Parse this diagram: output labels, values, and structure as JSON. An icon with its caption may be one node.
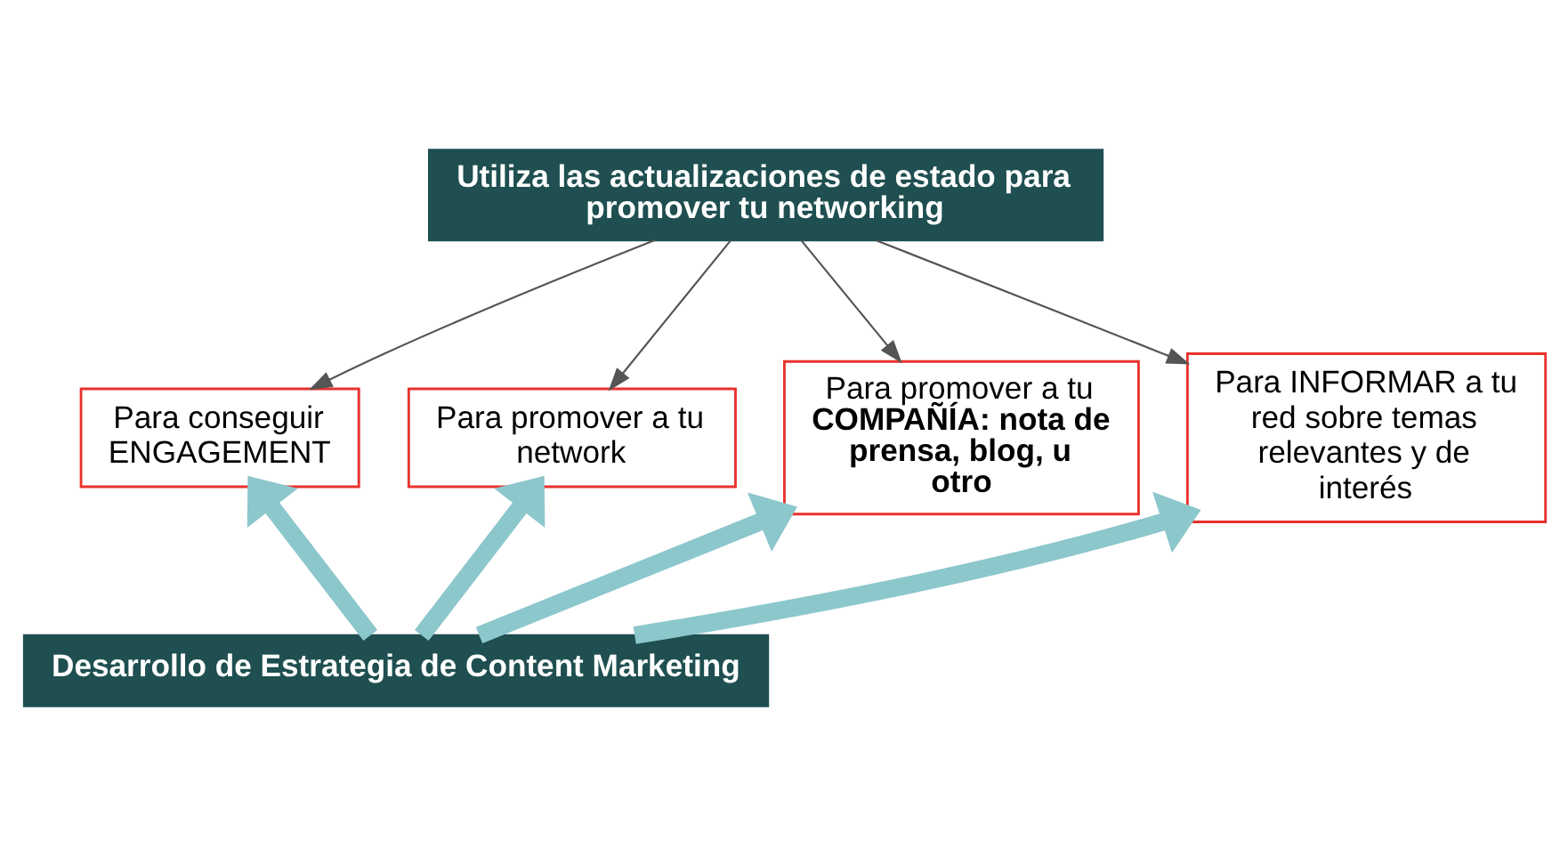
{
  "diagram": {
    "nodes": [
      {
        "text": [
          "Utiliza las actualizaciones de estado para promover tu networking"
        ]
      },
      {
        "text": [
          "Para conseguir ENGAGEMENT"
        ]
      },
      {
        "text": [
          "Para promover a tu network"
        ]
      },
      {
        "text": [
          "Para promover a tu **COMPAÑÍA: nota de prensa, blog, u otro**"
        ]
      },
      {
        "text": [
          "Para INFORMAR a tu red sobre temas relevantes y de interés"
        ]
      },
      {
        "text": [
          "Desarrollo de Estrategia de Content Marketing"
        ]
      }
    ],
    "edges": [
      {
        "from": 0,
        "to": 1,
        "arrow": "to"
      },
      {
        "from": 0,
        "to": 2,
        "arrow": "to"
      },
      {
        "from": 0,
        "to": 3,
        "arrow": "to"
      },
      {
        "from": 0,
        "to": 4,
        "arrow": "to"
      },
      {
        "from": 5,
        "to": 1,
        "arrow": "to",
        "style": "thick",
        "color": "#8cc7cc"
      },
      {
        "from": 5,
        "to": 2,
        "arrow": "to",
        "style": "thick",
        "color": "#8cc7cc"
      },
      {
        "from": 5,
        "to": 3,
        "arrow": "to",
        "style": "thick",
        "color": "#8cc7cc"
      },
      {
        "from": 5,
        "to": 4,
        "arrow": "to",
        "style": "thick",
        "color": "#8cc7cc"
      }
    ]
  }
}
